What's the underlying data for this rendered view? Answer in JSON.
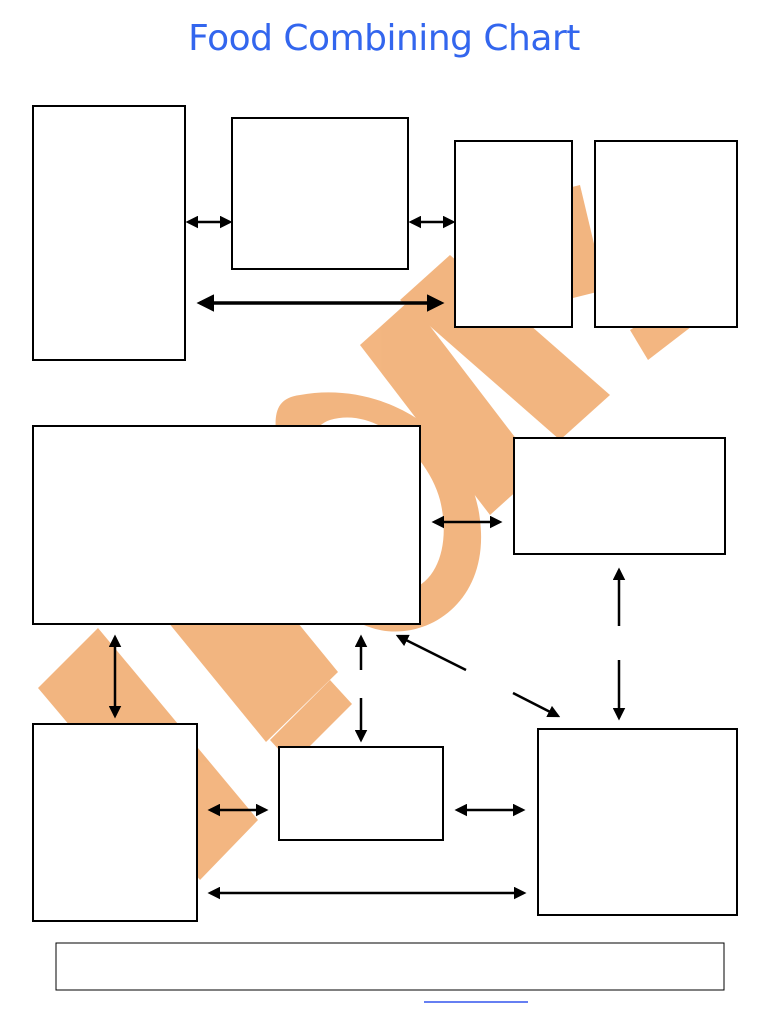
{
  "header": {
    "title": "Food Combining Chart"
  },
  "colors": {
    "title": "#3366ee",
    "watermark": "#f2b27a",
    "link": "#3355ee"
  },
  "diagram": {
    "boxes": [
      "box-1",
      "box-2",
      "box-3",
      "box-4",
      "box-5",
      "box-6",
      "box-7",
      "box-8",
      "box-9",
      "footer-box"
    ]
  }
}
